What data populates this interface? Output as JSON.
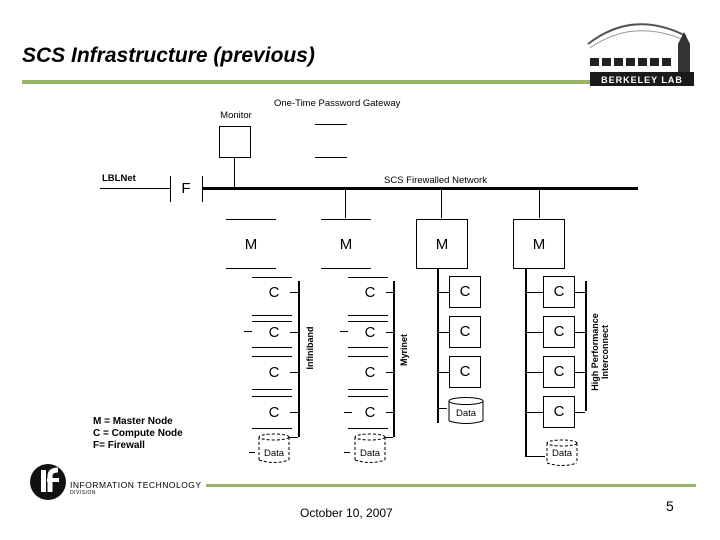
{
  "slide": {
    "title": "SCS Infrastructure (previous)",
    "date": "October 10, 2007",
    "page_number": "5"
  },
  "logos": {
    "berkeley_lab": "BERKELEY LAB",
    "itd": "INFORMATION TECHNOLOGY",
    "itd_sub": "DIVISION"
  },
  "diagram": {
    "monitor_label": "Monitor",
    "otp_gateway_label": "One-Time Password Gateway",
    "lblnet_label": "LBLNet",
    "firewall_label": "F",
    "scs_network_label": "SCS Firewalled Network",
    "master_label": "M",
    "compute_label": "C",
    "data_label": "Data",
    "interconnects": [
      "Infiniband",
      "Myrinet",
      "High Performance Interconnect"
    ],
    "legend": [
      "M = Master Node",
      "C = Compute Node",
      "F= Firewall"
    ]
  },
  "colors": {
    "accent_green": "#99b46b"
  }
}
